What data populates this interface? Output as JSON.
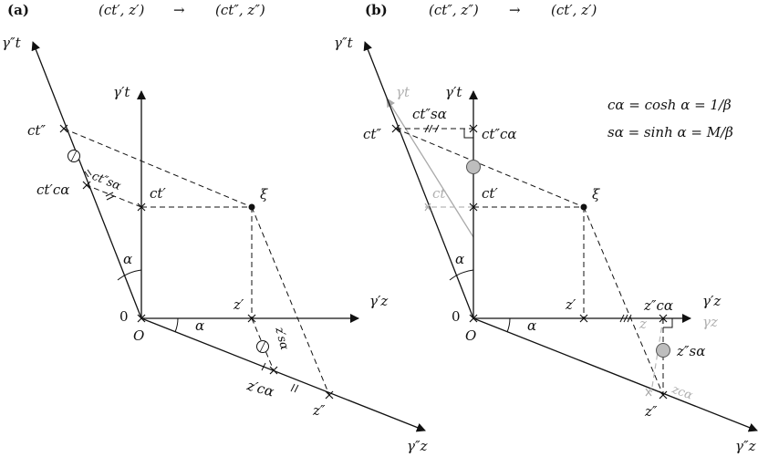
{
  "panel_a": {
    "label": "(a)",
    "header_from": "(ct′, z′)",
    "arrow": "→",
    "header_to": "(ct″, z″)",
    "axis_t_dd": "γ″t",
    "axis_t_d": "γ′t",
    "axis_z_d": "γ′z",
    "axis_z_dd": "γ″z",
    "ct_dd": "ct″",
    "ct_d": "ct′",
    "ct_d_c": "ct′cα",
    "ct_dd_s": "ct″sα",
    "xi": "ξ",
    "alpha_1": "α",
    "alpha_2": "α",
    "origin_0": "0",
    "origin_O": "O",
    "z_d": "z′",
    "z_d_s": "z′sα",
    "z_d_c": "z′cα",
    "z_dd": "z″"
  },
  "panel_b": {
    "label": "(b)",
    "header_from": "(ct″, z″)",
    "arrow": "→",
    "header_to": "(ct′, z′)",
    "axis_t_dd": "γ″t",
    "axis_t_d": "γ′t",
    "axis_t_grey": "γt",
    "axis_z_d": "γ′z",
    "axis_z_grey": "γz",
    "axis_z_dd": "γ″z",
    "ct_dd": "ct″",
    "ct_dd_s": "ct″sα",
    "ct_dd_c": "ct″cα",
    "ct_d": "ct′",
    "ct_grey": "ct",
    "xi": "ξ",
    "alpha_1": "α",
    "alpha_2": "α",
    "origin_0": "0",
    "origin_O": "O",
    "z_d": "z′",
    "z_dd_c": "z″cα",
    "z_grey": "z",
    "z_dd_s": "z″sα",
    "z_grey_c": "zcα",
    "z_dd": "z″",
    "formula_1": "cα = cosh α = 1/β",
    "formula_2": "sα = sinh α = M/β"
  },
  "colors": {
    "ink": "#111111",
    "grey_ink": "#b0b0b0",
    "marker_fill": "#bdbdbd"
  }
}
